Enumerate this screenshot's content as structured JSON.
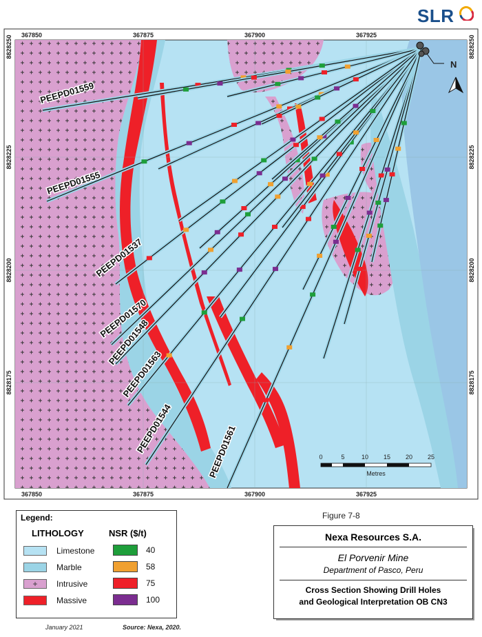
{
  "branding": {
    "logo_text": "SLR"
  },
  "colors": {
    "limestone": "#b6e2f3",
    "marble": "#9bd4e6",
    "intrusive": "#d9a0cf",
    "massive": "#ee2028",
    "nsr_40": "#1e9e3a",
    "nsr_58": "#f0a030",
    "nsr_75": "#ee2028",
    "nsr_100": "#7b2d90",
    "sea_blue": "#9ac6e6"
  },
  "map": {
    "x_ticks": [
      "367850",
      "367875",
      "367900",
      "367925"
    ],
    "y_ticks": [
      "8828250",
      "8828225",
      "8828200",
      "8828175"
    ],
    "north_label": "N",
    "drill_holes": [
      "PEEPD01559",
      "PEEPD01555",
      "PEEPD01537",
      "PEEPD01570",
      "PEEPD01548",
      "PEEPD01563",
      "PEEPD01544",
      "PEEPD01561"
    ],
    "scale": {
      "ticks": [
        "0",
        "5",
        "10",
        "15",
        "20",
        "25"
      ],
      "unit": "Metres"
    }
  },
  "legend": {
    "title": "Legend:",
    "lithology_heading": "LITHOLOGY",
    "nsr_heading": "NSR ($/t)",
    "lithology": [
      {
        "label": "Limestone",
        "icon": "limestone-swatch"
      },
      {
        "label": "Marble",
        "icon": "marble-swatch"
      },
      {
        "label": "Intrusive",
        "icon": "intrusive-swatch"
      },
      {
        "label": "Massive",
        "icon": "massive-swatch"
      }
    ],
    "nsr": [
      {
        "label": "40"
      },
      {
        "label": "58"
      },
      {
        "label": "75"
      },
      {
        "label": "100"
      }
    ]
  },
  "figure_label": "Figure 7-8",
  "title_block": {
    "company": "Nexa Resources S.A.",
    "mine": "El Porvenir Mine",
    "department": "Department of Pasco, Peru",
    "title_line1": "Cross Section Showing Drill Holes",
    "title_line2": "and Geological Interpretation OB CN3"
  },
  "footer": {
    "date": "January 2021",
    "source": "Source: Nexa, 2020."
  }
}
